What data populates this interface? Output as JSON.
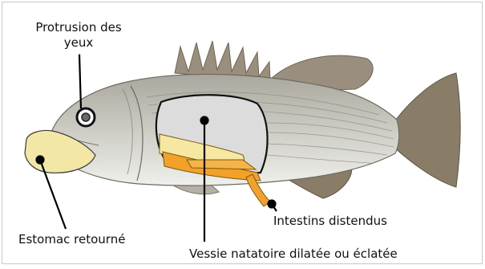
{
  "labels": {
    "eyes": "Protrusion des yeux",
    "stomach": "Estomac retourné",
    "intestines": "Intestins distendus",
    "bladder": "Vessie natatoire dilatée ou éclatée"
  },
  "colors": {
    "stomach_fill": "#f3e7a6",
    "bladder_fill": "#dcdcdc",
    "organ_orange": "#f2a12a",
    "body_silver": "#c7c6bd",
    "belly_light": "#ededea",
    "fin_brown": "#8a7d68",
    "callout_line": "#000000"
  }
}
